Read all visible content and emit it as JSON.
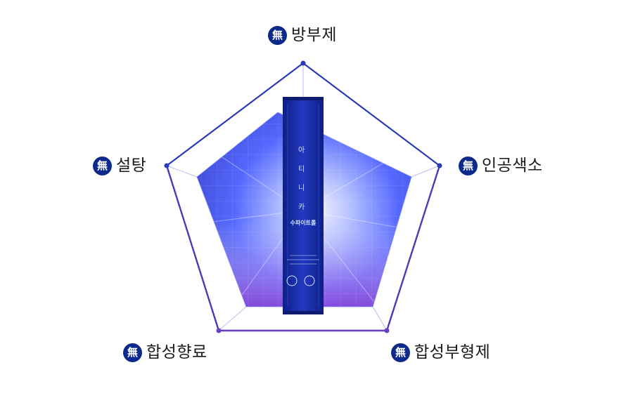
{
  "badge_char": "無",
  "labels": [
    {
      "text": "방부제"
    },
    {
      "text": "인공색소"
    },
    {
      "text": "합성부형제"
    },
    {
      "text": "합성향료"
    },
    {
      "text": "설탕"
    }
  ],
  "product": {
    "name_chars": [
      "아",
      "티",
      "니",
      "카"
    ],
    "brand": "수파이트롤",
    "colors": {
      "outline": "#2a3ab8",
      "fill_blue": "#2d2fd6",
      "fill_purple": "#8a4fd8",
      "badge": "#0b2a8c",
      "stick": "#1b2ea8"
    }
  }
}
